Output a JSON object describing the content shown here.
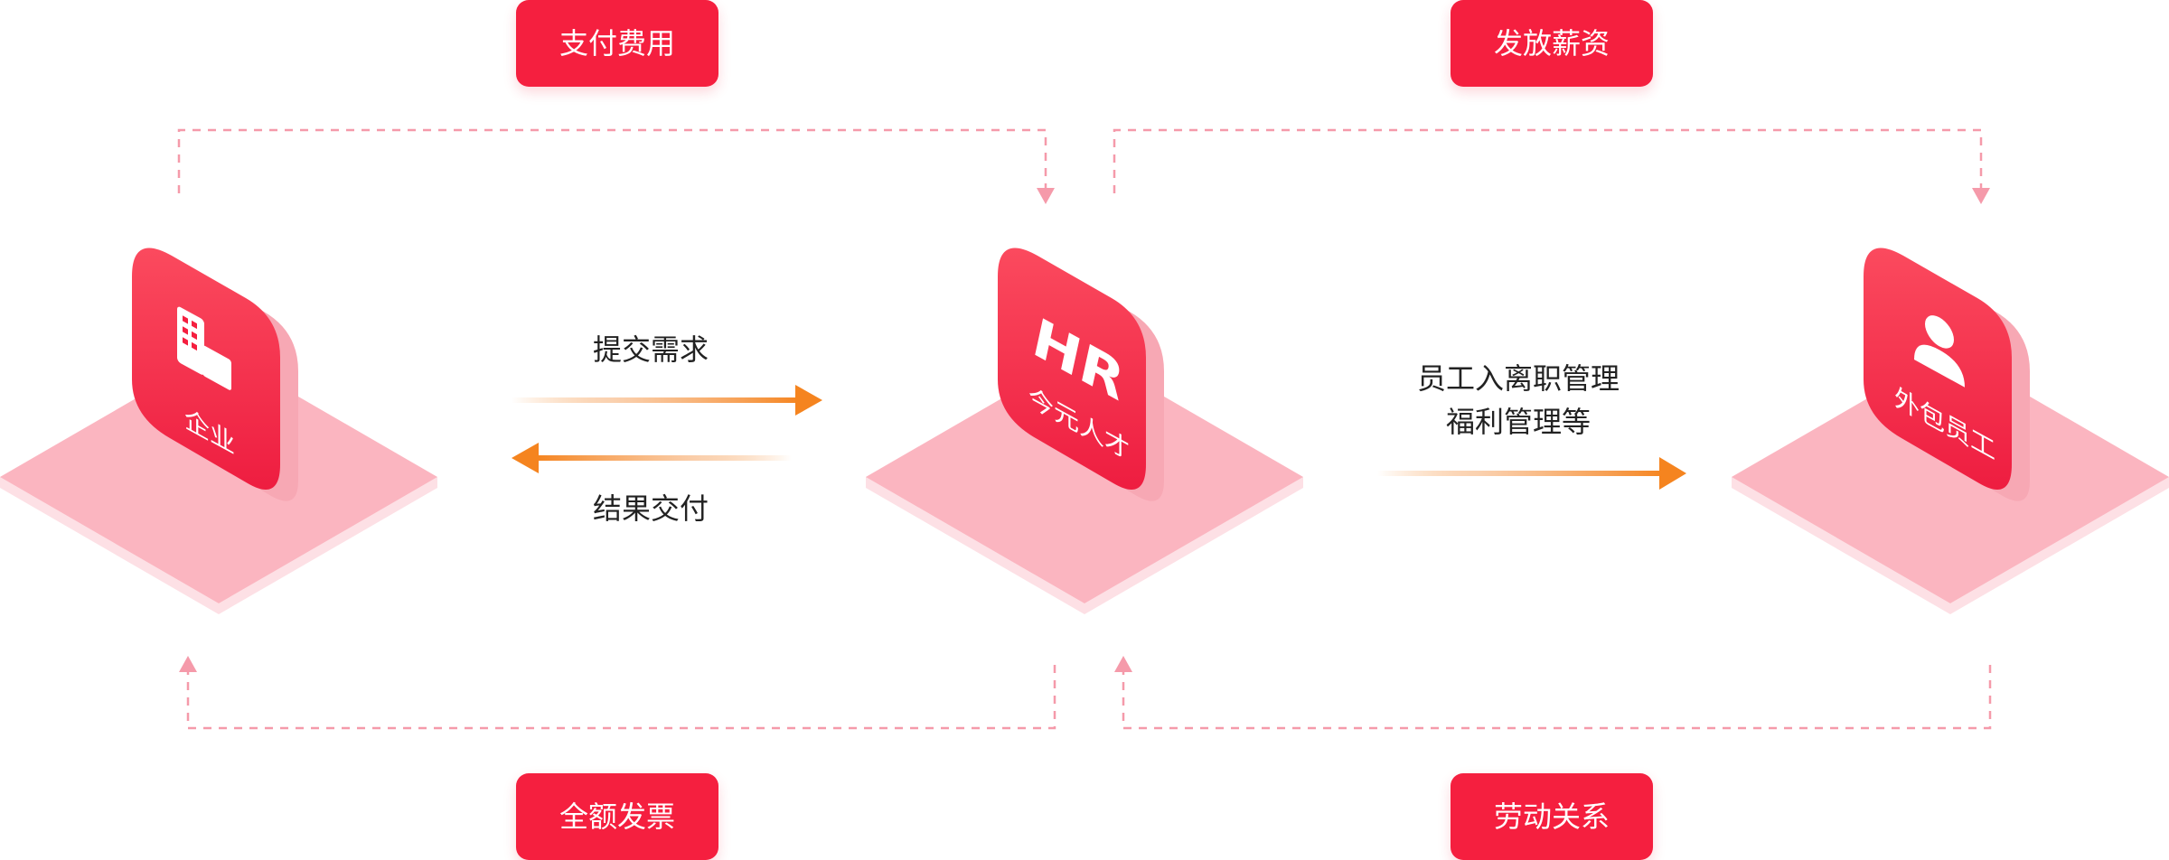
{
  "top_labels": {
    "pay_fee": "支付费用",
    "pay_salary": "发放薪资"
  },
  "bottom_labels": {
    "invoice": "全额发票",
    "labor_relation": "劳动关系"
  },
  "nodes": {
    "enterprise": {
      "label": "企业",
      "icon": "building-icon"
    },
    "platform": {
      "label": "今元人才",
      "icon": "hr-logo-icon",
      "logo_text": "HR"
    },
    "employee": {
      "label": "外包员工",
      "icon": "person-icon"
    }
  },
  "flows": {
    "submit_demand": "提交需求",
    "deliver_result": "结果交付",
    "employee_mgmt_line1": "员工入离职管理",
    "employee_mgmt_line2": "福利管理等"
  },
  "colors": {
    "accent_red": "#f51f3f",
    "platform_pink": "#fbb5c0",
    "arrow_orange": "#f5841f",
    "dashed_pink": "#f59aaa"
  }
}
